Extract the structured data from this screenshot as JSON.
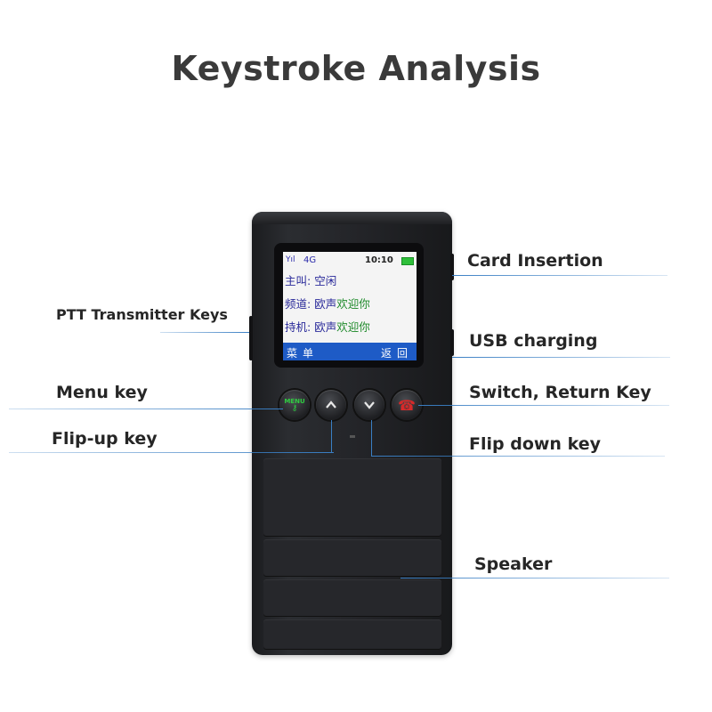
{
  "title": "Keystroke Analysis",
  "labels": {
    "card_insertion": "Card Insertion",
    "ptt_keys": "PTT Transmitter Keys",
    "usb_charging": "USB charging",
    "menu_key": "Menu key",
    "switch_return_key": "Switch, Return Key",
    "flip_up_key": "Flip-up key",
    "flip_down_key": "Flip down key",
    "speaker": "Speaker"
  },
  "screen": {
    "signal": "Yıl",
    "network": "4G",
    "time": "10:10",
    "row1_label": "主叫: ",
    "row1_value": "空闲",
    "row2_label": "频道: ",
    "row2_value_a": "欧声",
    "row2_value_b": "欢迎你",
    "row3_label": "持机: ",
    "row3_value_a": "欧声",
    "row3_value_b": "欢迎你",
    "soft_left": "菜单",
    "soft_right": "返回"
  },
  "keys": {
    "menu_text": "MENU",
    "menu_icon": "key-icon",
    "up_icon": "chevron-up-icon",
    "down_icon": "chevron-down-icon",
    "end_icon": "phone-end-icon"
  },
  "colors": {
    "leader_line": "#3a7fc4",
    "softbar": "#1e5bc6",
    "menu_green": "#2ecc40",
    "end_red": "#d62a2a"
  }
}
